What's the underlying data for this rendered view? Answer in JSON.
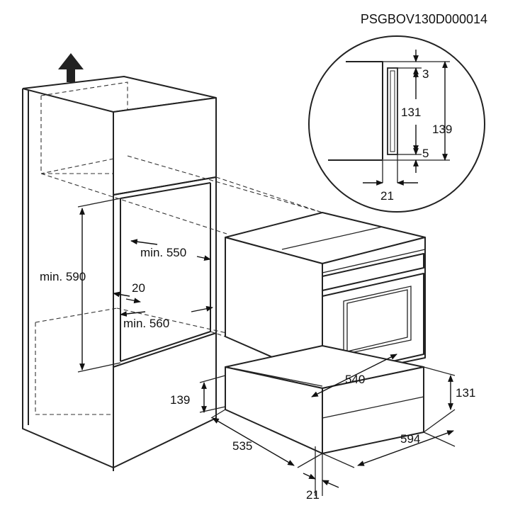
{
  "drawing_code": "PSGBOV130D000014",
  "labels": {
    "detail_3": "3",
    "detail_131": "131",
    "detail_139": "139",
    "detail_5": "5",
    "detail_21": "21",
    "min_550": "min. 550",
    "min_590": "min. 590",
    "gap_20": "20",
    "min_560": "min. 560",
    "width_540": "540",
    "height_139": "139",
    "height_131": "131",
    "depth_535": "535",
    "width_594": "594",
    "bottom_21": "21"
  }
}
